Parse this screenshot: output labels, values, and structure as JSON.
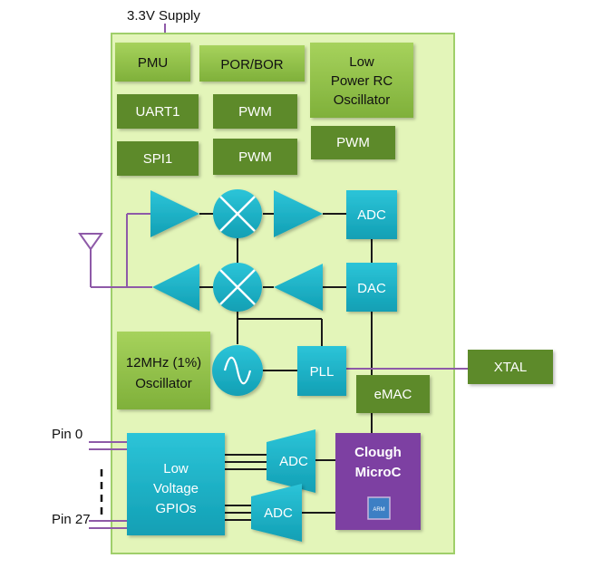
{
  "labels": {
    "supply": "3.3V Supply",
    "pmu": "PMU",
    "por_bor": "POR/BOR",
    "lprc_line1": "Low",
    "lprc_line2": "Power RC",
    "lprc_line3": "Oscillator",
    "uart1": "UART1",
    "pwm_1": "PWM",
    "pwm_2": "PWM",
    "pwm_3": "PWM",
    "spi1": "SPI1",
    "adc_top": "ADC",
    "dac": "DAC",
    "osc_line1": "12MHz (1%)",
    "osc_line2": "Oscillator",
    "pll": "PLL",
    "xtal": "XTAL",
    "emac": "eMAC",
    "pin0": "Pin 0",
    "pin27": "Pin 27",
    "gpio_line1": "Low",
    "gpio_line2": "Voltage",
    "gpio_line3": "GPIOs",
    "adc_1": "ADC",
    "adc_2": "ADC",
    "mcu_line1": "Clough",
    "mcu_line2": "MicroC",
    "chip_logo": "ARM"
  },
  "colors": {
    "chip_bg": "#e3f5b9",
    "chip_border": "#9fcf6a",
    "green_light": "#8fc046",
    "green_dark": "#5d8a2a",
    "cyan": "#1cb3c8",
    "purple": "#7d3fa2",
    "line": "#1a1a1a",
    "purple_line": "#8e5aa8"
  },
  "icons": [
    "antenna-icon",
    "mixer-icon",
    "sine-wave-icon",
    "chip-logo-icon"
  ]
}
